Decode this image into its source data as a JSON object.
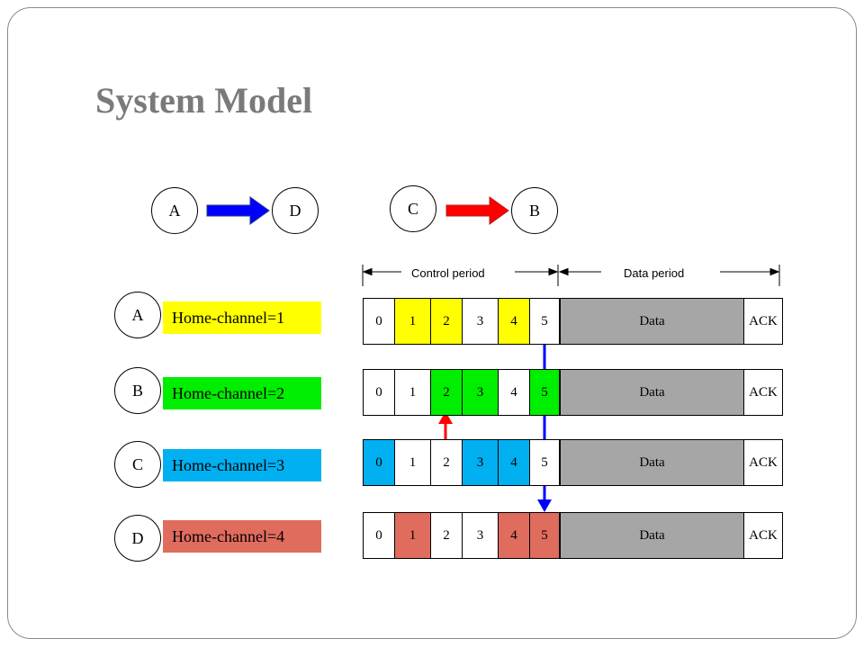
{
  "slide": {
    "title": "System Model"
  },
  "flows": [
    {
      "from": "A",
      "to": "D",
      "arrow_color": "#0000ff"
    },
    {
      "from": "C",
      "to": "B",
      "arrow_color": "#ff0000"
    }
  ],
  "periods": {
    "control": "Control period",
    "data": "Data period"
  },
  "nodes": [
    {
      "label": "A",
      "home_channel": "Home-channel=1",
      "color": "#ffff00"
    },
    {
      "label": "B",
      "home_channel": "Home-channel=2",
      "color": "#00ee00"
    },
    {
      "label": "C",
      "home_channel": "Home-channel=3",
      "color": "#00b0f0"
    },
    {
      "label": "D",
      "home_channel": "Home-channel=4",
      "color": "#e06c5e"
    }
  ],
  "slot_labels": [
    "0",
    "1",
    "2",
    "3",
    "4",
    "5"
  ],
  "data_label": "Data",
  "ack_label": "ACK",
  "rows": [
    {
      "highlight": [
        1,
        2,
        4
      ]
    },
    {
      "highlight": [
        2,
        3,
        5
      ]
    },
    {
      "highlight": [
        0,
        3,
        4
      ]
    },
    {
      "highlight": [
        1,
        4,
        5
      ]
    }
  ]
}
